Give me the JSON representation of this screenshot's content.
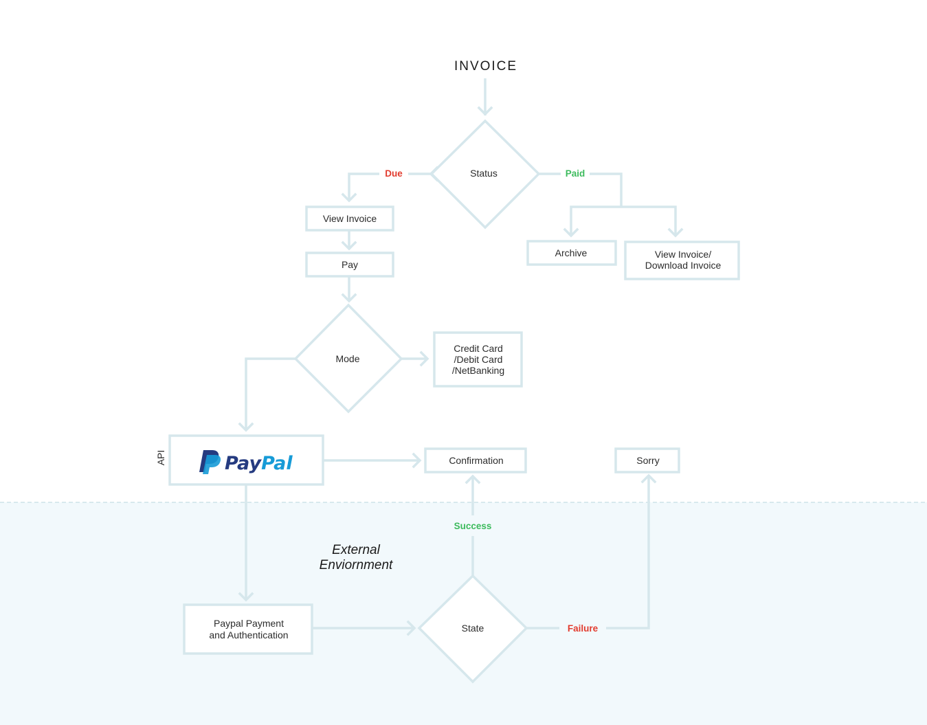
{
  "title": "INVOICE",
  "nodes": {
    "status": "Status",
    "view_invoice": "View Invoice",
    "pay": "Pay",
    "archive": "Archive",
    "view_download_line1": "View Invoice/",
    "view_download_line2": "Download Invoice",
    "mode": "Mode",
    "cards_line1": "Credit Card",
    "cards_line2": "/Debit Card",
    "cards_line3": "/NetBanking",
    "api": "API",
    "paypal_logo": "PayPal",
    "confirmation": "Confirmation",
    "sorry": "Sorry",
    "paypal_auth_line1": "Paypal Payment",
    "paypal_auth_line2": "and Authentication",
    "state": "State"
  },
  "edges": {
    "due": "Due",
    "paid": "Paid",
    "success": "Success",
    "failure": "Failure"
  },
  "external_zone": {
    "line1": "External",
    "line2": "Enviornment"
  },
  "colors": {
    "line": "#d6e7ec",
    "external_bg": "#f2f9fc",
    "due_failure": "#e23c2f",
    "paid_success": "#3dbb5d",
    "paypal_dark": "#253b80",
    "paypal_light": "#179bd7"
  }
}
